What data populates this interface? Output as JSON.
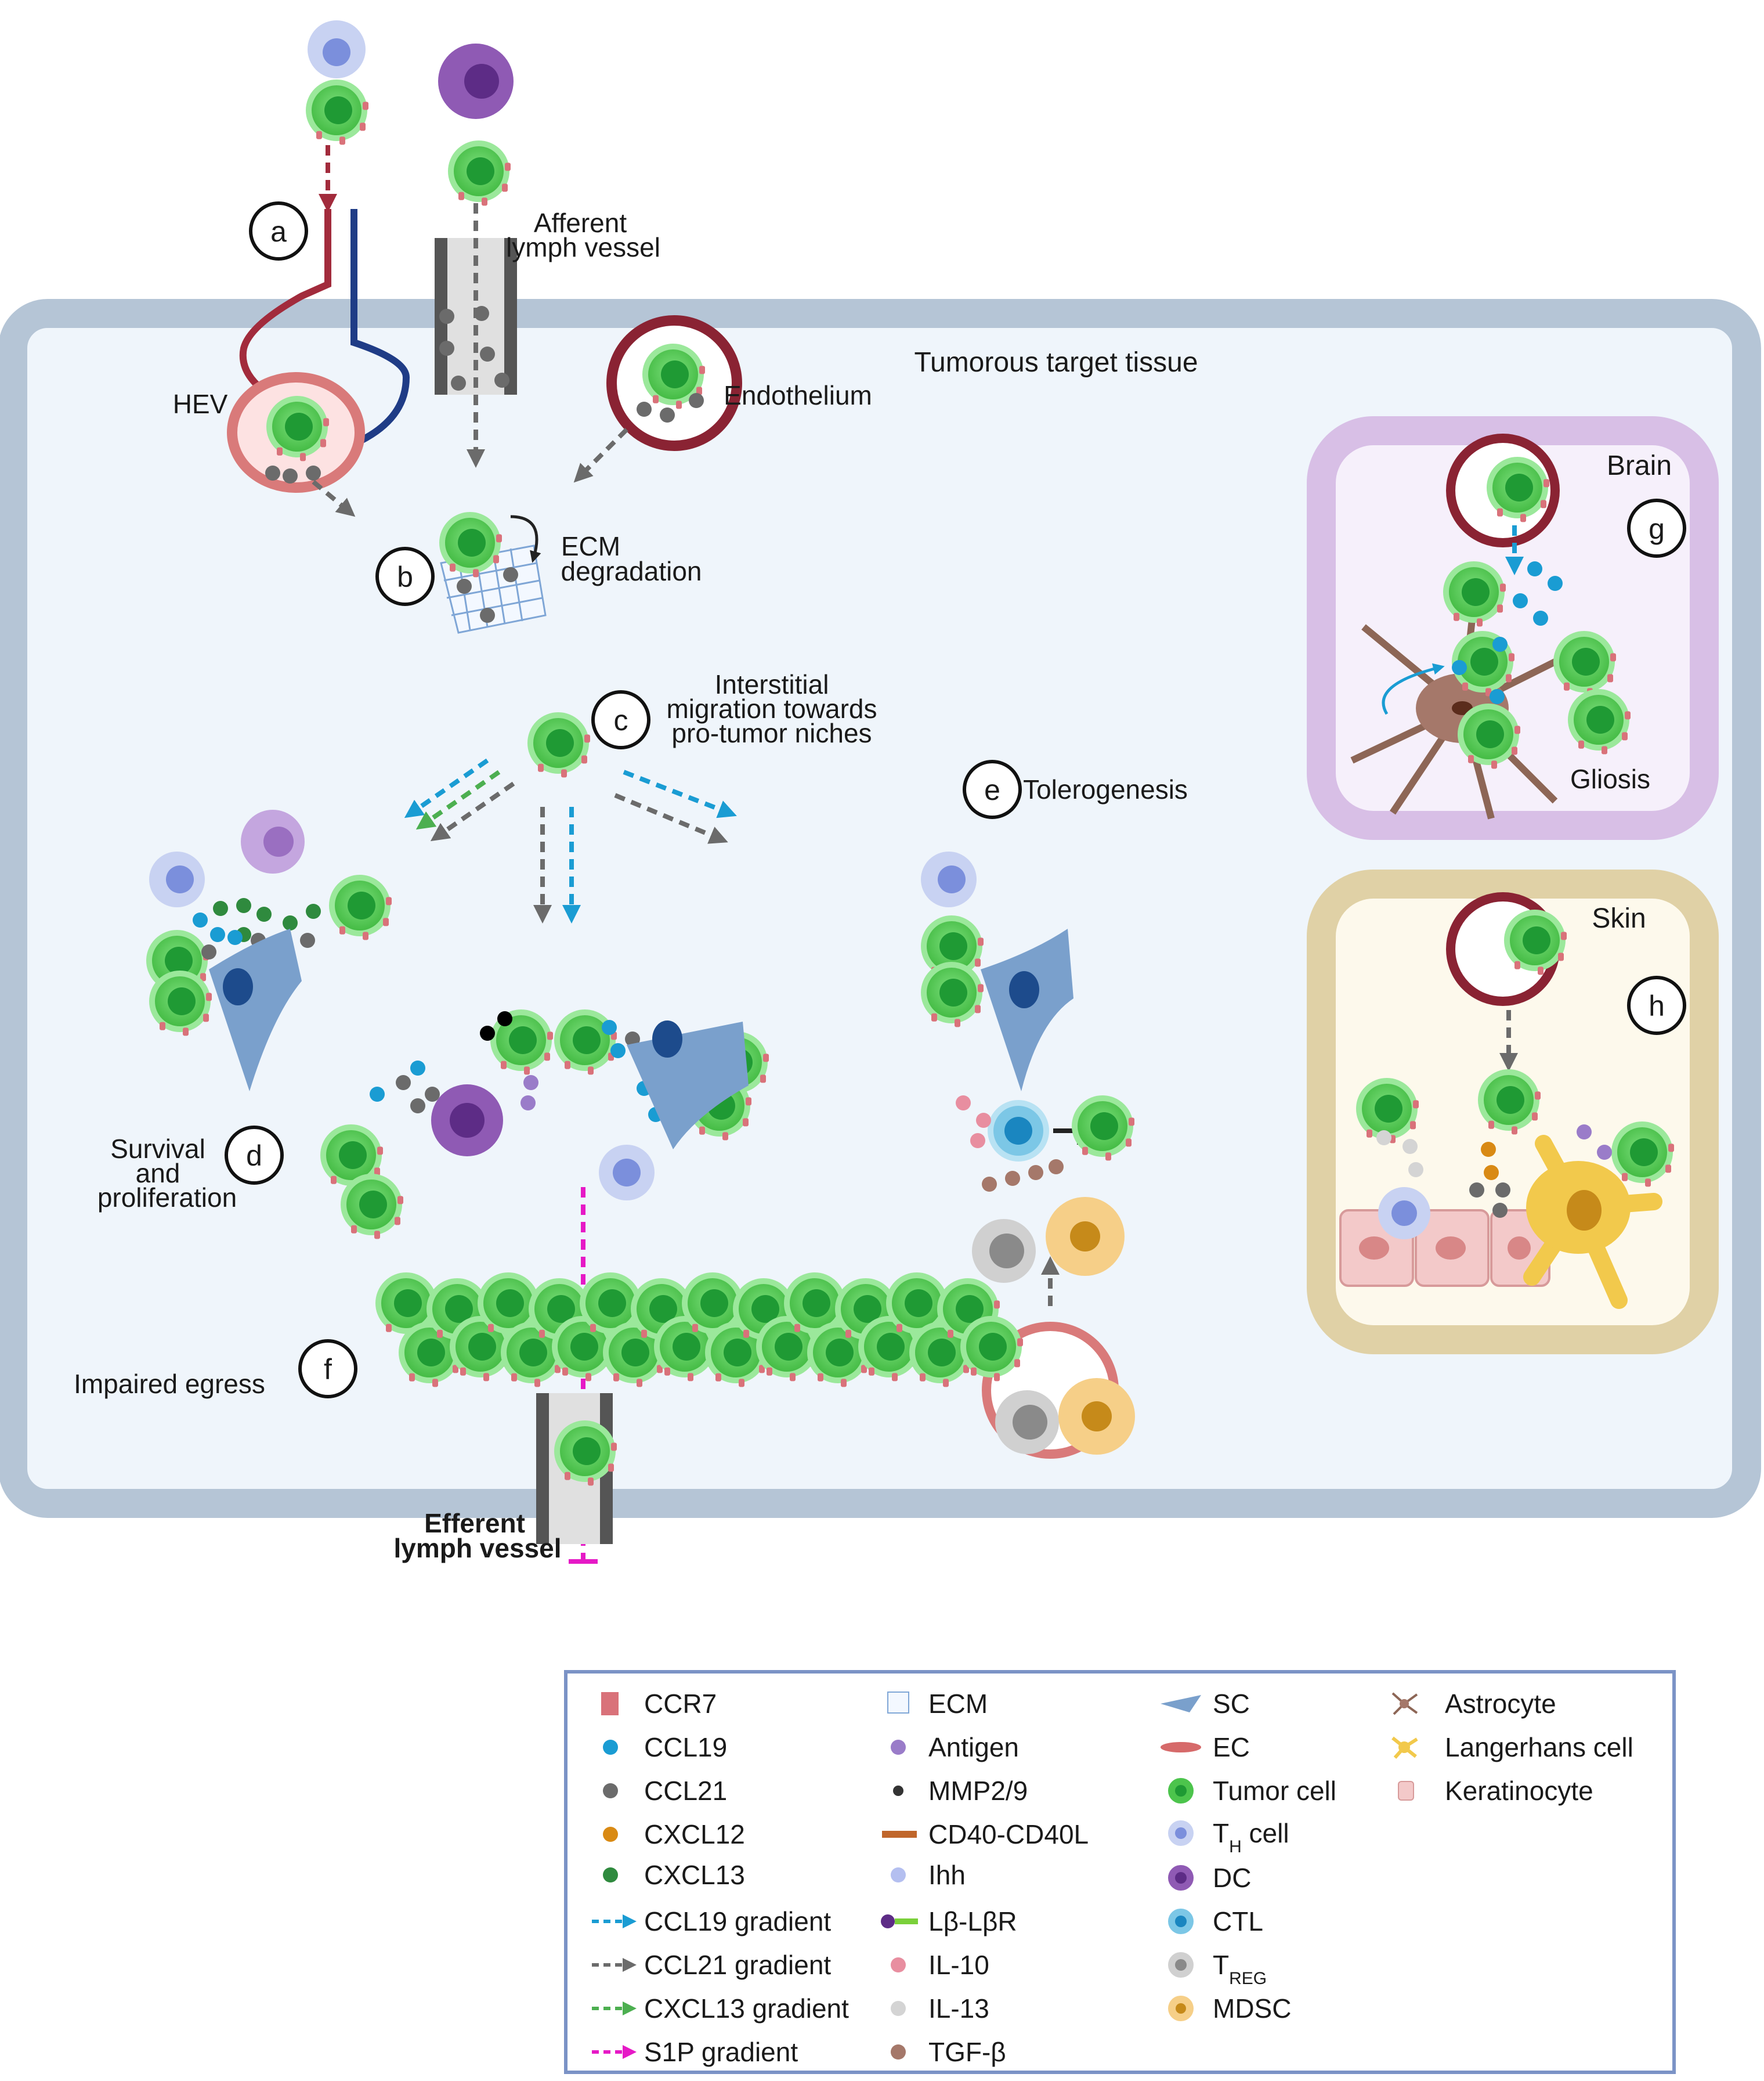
{
  "colors": {
    "tumor_cell": "#4cc44c",
    "tumor_cell_outline": "#9be89b",
    "tumor_nucleus": "#1f9a34",
    "ccr7": "#d9727a",
    "ccl19": "#1a9cd3",
    "ccl21": "#6b6b6b",
    "cxcl12": "#d98a14",
    "cxcl13": "#2f8a3e",
    "antigen": "#9a7cc9",
    "il10": "#e88ea0",
    "il13": "#d4d4d4",
    "tgfb": "#a5786a",
    "tissue_bg": "#eff5fb",
    "tissue_border": "#b5c5d6",
    "brain_border": "#d8bfe6",
    "brain_bg": "#f6f0fb",
    "skin_border": "#e0d1a6",
    "skin_bg": "#fdf9ec",
    "ccl19_gradient": "#1a9cd3",
    "ccl21_gradient": "#6b6b6b",
    "cxcl13_gradient": "#4caf50",
    "s1p_gradient": "#e619c6",
    "hev_red": "#a22b3c",
    "hev_blue": "#1f3c86"
  },
  "steps": {
    "a": "a",
    "b": "b",
    "c": "c",
    "d": "d",
    "e": "e",
    "f": "f",
    "g": "g",
    "h": "h"
  },
  "labels": {
    "afferent_line1": "Afferent",
    "afferent_line2": "lymph vessel",
    "tissue_title": "Tumorous target tissue",
    "hev": "HEV",
    "endothelium": "Endothelium",
    "ecm_line1": "ECM",
    "ecm_line2": "degradation",
    "interstitial_line1": "Interstitial",
    "interstitial_line2": "migration towards",
    "interstitial_line3": "pro-tumor niches",
    "tolerogenesis": "Tolerogenesis",
    "survival_line1": "Survival",
    "survival_line2": "and",
    "survival_line3": "proliferation",
    "impaired_egress": "Impaired egress",
    "efferent_line1": "Efferent",
    "efferent_line2": "lymph vessel",
    "brain": "Brain",
    "gliosis": "Gliosis",
    "skin": "Skin"
  },
  "legend": {
    "col1": [
      "CCR7",
      "CCL19",
      "CCL21",
      "CXCL12",
      "CXCL13",
      "CCL19 gradient",
      "CCL21 gradient",
      "CXCL13  gradient",
      "S1P gradient"
    ],
    "col2": [
      "ECM",
      "Antigen",
      "MMP2/9",
      "CD40-CD40L",
      "Ihh",
      "Lβ-LβR",
      "IL-10",
      "IL-13",
      "TGF-β"
    ],
    "col3": [
      "SC",
      "EC",
      "Tumor cell",
      "T",
      "DC",
      "CTL",
      "T",
      "MDSC"
    ],
    "col3_subs": {
      "th_sub": "H",
      "th_suffix": " cell",
      "treg_sub": "REG"
    },
    "col4": [
      "Astrocyte",
      "Langerhans cell",
      "Keratinocyte"
    ]
  }
}
